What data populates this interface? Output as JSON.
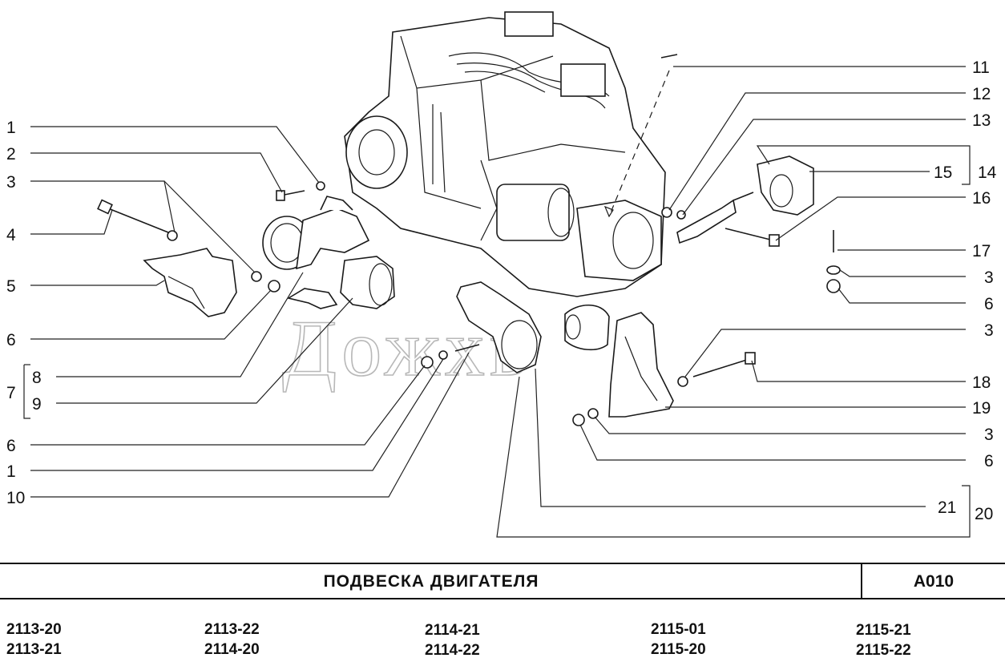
{
  "diagram": {
    "watermark": "Дожхь",
    "callouts": [
      {
        "id": "L1",
        "text": "1"
      },
      {
        "id": "L2",
        "text": "2"
      },
      {
        "id": "L3",
        "text": "3"
      },
      {
        "id": "L4",
        "text": "4"
      },
      {
        "id": "L5",
        "text": "5"
      },
      {
        "id": "L6",
        "text": "6"
      },
      {
        "id": "L7",
        "text": "7"
      },
      {
        "id": "L8",
        "text": "8"
      },
      {
        "id": "L9",
        "text": "9"
      },
      {
        "id": "L6b",
        "text": "6"
      },
      {
        "id": "L1b",
        "text": "1"
      },
      {
        "id": "L10",
        "text": "10"
      },
      {
        "id": "R11",
        "text": "11"
      },
      {
        "id": "R12",
        "text": "12"
      },
      {
        "id": "R13",
        "text": "13"
      },
      {
        "id": "R14",
        "text": "14"
      },
      {
        "id": "R15",
        "text": "15"
      },
      {
        "id": "R16",
        "text": "16"
      },
      {
        "id": "R17",
        "text": "17"
      },
      {
        "id": "R3a",
        "text": "3"
      },
      {
        "id": "R6a",
        "text": "6"
      },
      {
        "id": "R3b",
        "text": "3"
      },
      {
        "id": "R18",
        "text": "18"
      },
      {
        "id": "R19",
        "text": "19"
      },
      {
        "id": "R3c",
        "text": "3"
      },
      {
        "id": "R6b",
        "text": "6"
      },
      {
        "id": "R21",
        "text": "21"
      },
      {
        "id": "R20",
        "text": "20"
      }
    ]
  },
  "title_block": {
    "title": "ПОДВЕСКА   ДВИГАТЕЛЯ",
    "code": "А010"
  },
  "models": [
    [
      "2113-20",
      "2113-21"
    ],
    [
      "2113-22",
      "2114-20"
    ],
    [
      "2114-21",
      "2114-22"
    ],
    [
      "2115-01",
      "2115-20"
    ],
    [
      "2115-21",
      "2115-22"
    ]
  ]
}
